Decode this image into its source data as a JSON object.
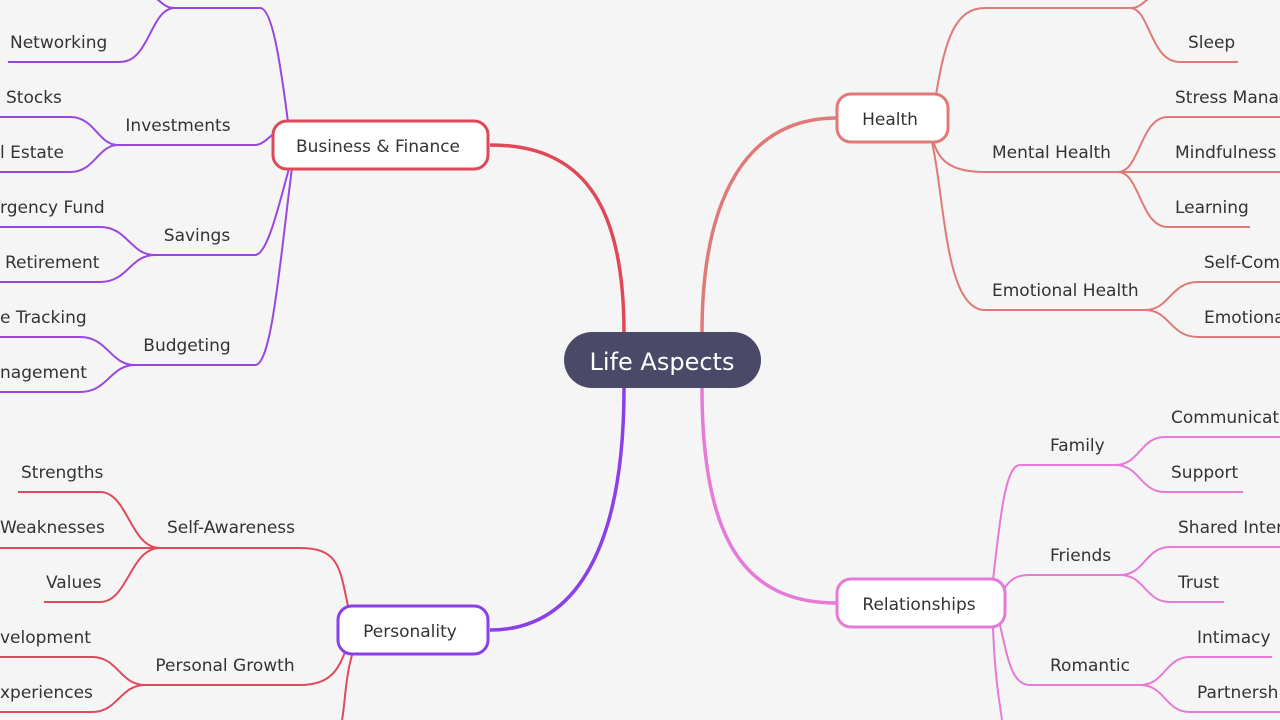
{
  "center": {
    "label": "Life Aspects"
  },
  "branches": {
    "business": {
      "label": "Business & Finance",
      "color": "#e04858",
      "childColor": "#9a47e0",
      "subtopics": [
        {
          "label": "",
          "leaves": [
            "",
            "Networking"
          ]
        },
        {
          "label": "Investments",
          "leaves": [
            "Stocks",
            "l Estate"
          ]
        },
        {
          "label": "Savings",
          "leaves": [
            "rgency Fund",
            "Retirement"
          ]
        },
        {
          "label": "Budgeting",
          "leaves": [
            "e Tracking",
            "nagement"
          ]
        }
      ]
    },
    "health": {
      "label": "Health",
      "color": "#e07a78",
      "subtopics": [
        {
          "label": "",
          "leaves": [
            "",
            "Sleep"
          ]
        },
        {
          "label": "Mental Health",
          "leaves": [
            "Stress Manag",
            "Mindfulness",
            "Learning"
          ]
        },
        {
          "label": "Emotional Health",
          "leaves": [
            "Self-Com",
            "Emotiona"
          ]
        }
      ]
    },
    "personality": {
      "label": "Personality",
      "color": "#8a3fe8",
      "childColor": "#e04a5a",
      "subtopics": [
        {
          "label": "Self-Awareness",
          "leaves": [
            "Strengths",
            "Weaknesses",
            "Values"
          ]
        },
        {
          "label": "Personal Growth",
          "leaves": [
            "velopment",
            "xperiences"
          ]
        }
      ]
    },
    "relationships": {
      "label": "Relationships",
      "color": "#e67ad6",
      "subtopics": [
        {
          "label": "Family",
          "leaves": [
            "Communicat",
            "Support"
          ]
        },
        {
          "label": "Friends",
          "leaves": [
            "Shared Inter",
            "Trust"
          ]
        },
        {
          "label": "Romantic",
          "leaves": [
            "Intimacy",
            "Partnersh"
          ]
        }
      ]
    }
  },
  "colors": {
    "center_fill": "#4a4a68",
    "background": "#f5f5f5"
  }
}
